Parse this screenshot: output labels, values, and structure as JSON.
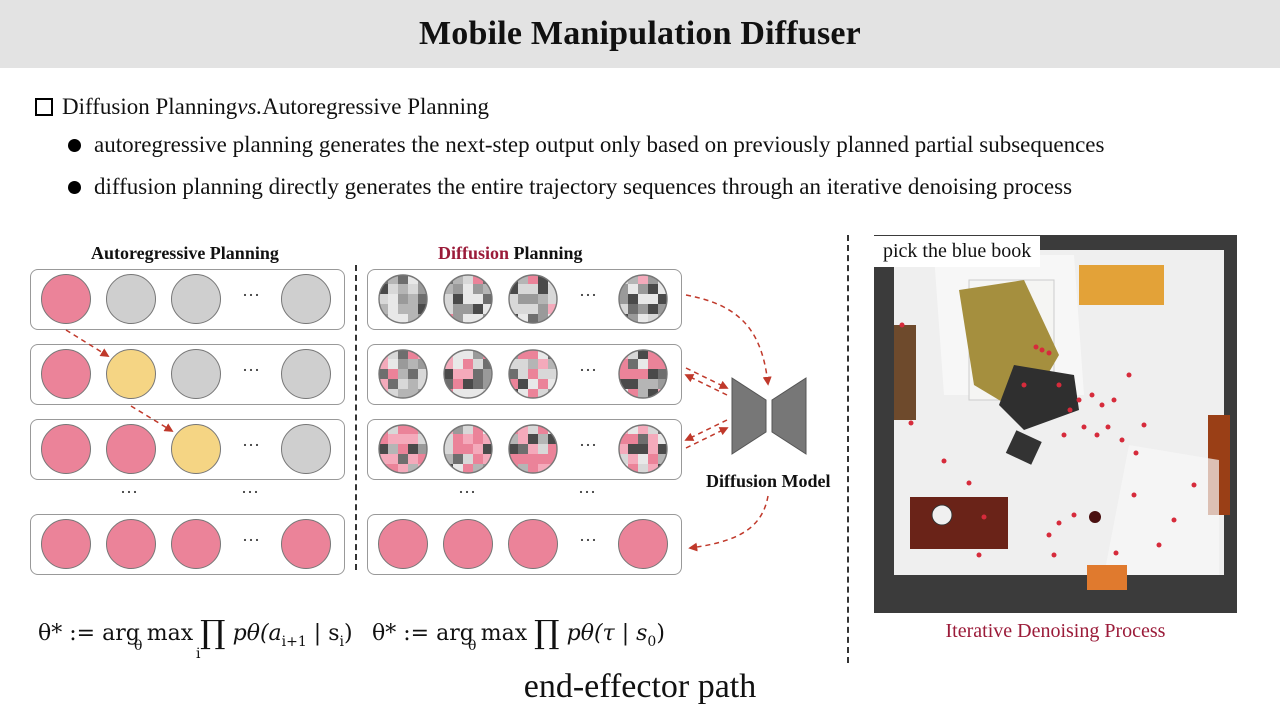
{
  "title": "Mobile Manipulation Diffuser",
  "heading": {
    "part1": "Diffusion Planning ",
    "vs": "vs.",
    "part2": " Autoregressive Planning"
  },
  "bullets": [
    "autoregressive planning generates the next-step output only based on previously planned partial subsequences",
    "diffusion planning directly generates the entire trajectory sequences through an iterative denoising process"
  ],
  "panels": {
    "autoregressive_title": "Autoregressive Planning",
    "diffusion_title_highlight": "Diffusion",
    "diffusion_title_rest": " Planning"
  },
  "ellipsis": "···",
  "vertical_ellipsis": "···",
  "model_label": "Diffusion Model",
  "scene_label": "pick the blue book",
  "scene_caption": "Iterative Denoising Process",
  "bottom_caption": "end-effector path",
  "formulas": {
    "ar": {
      "lhs": "θ* := arg max",
      "under_max": "θ",
      "prod": "∏",
      "under_prod": "i",
      "rhs": "pθ(a",
      "rhs_sub": "i+1",
      "rhs2": " | s",
      "rhs_sub2": "i",
      "rhs3": ")"
    },
    "diff": {
      "lhs": "θ* := arg max",
      "under_max": "θ",
      "prod": "∏",
      "rhs": "pθ(τ | s",
      "rhs_sub": "0",
      "rhs3": ")"
    }
  },
  "colors": {
    "accent": "#9b1b39",
    "done": "#eb8399",
    "new": "#f5d584",
    "todo": "#cfcfcf",
    "arrow": "#c0392b"
  }
}
